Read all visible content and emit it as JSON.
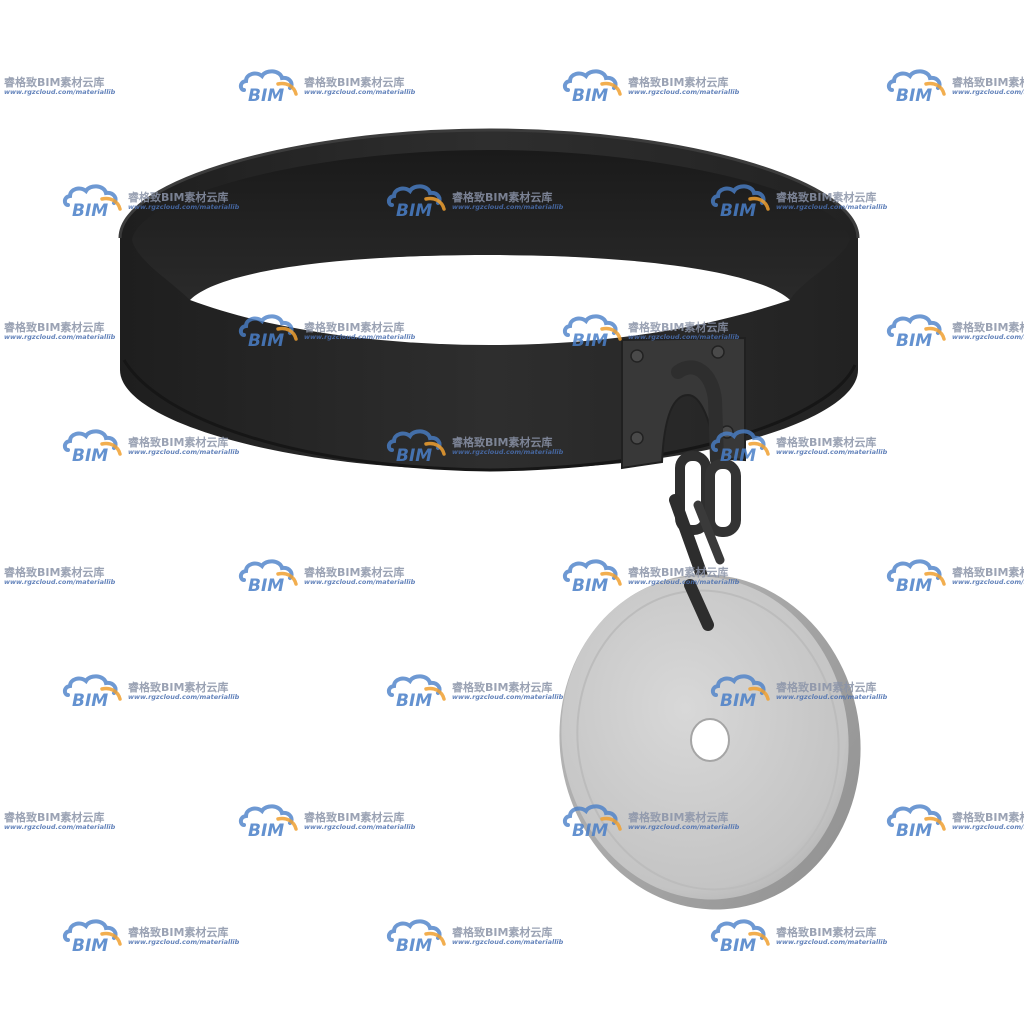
{
  "watermark": {
    "title": "睿格致BIM素材云库",
    "url": "www.rgzcloud.com/materiallib",
    "logo_text": "BIM",
    "logo_icon": "cloud-bim-logo-icon",
    "colors": {
      "cloud": "#4a7fc8",
      "accent": "#f0a030",
      "text": "#8a93a8",
      "url": "#4a6fb0"
    }
  },
  "object": {
    "strap_color": "#2b2b2b",
    "bracket_color": "#3a3a3a",
    "chain_color": "#333333",
    "disc_color": "#d0d0d0"
  }
}
